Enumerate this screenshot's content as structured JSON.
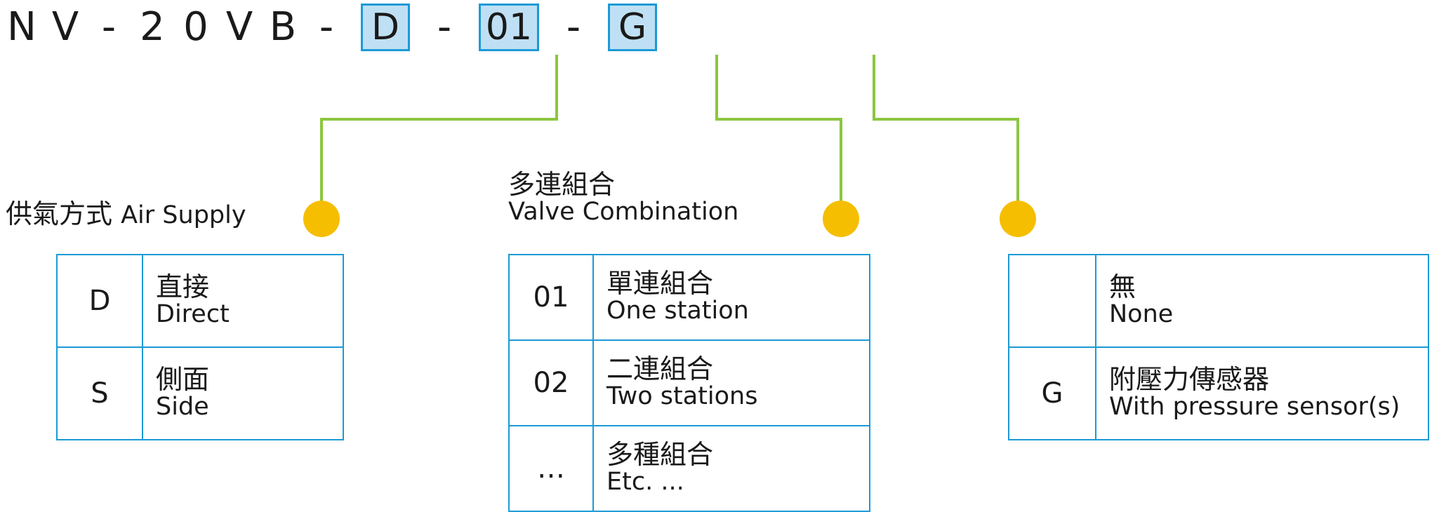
{
  "model_number": {
    "label": "NV-20VB-D-01-G",
    "segments": [
      {
        "text": "N",
        "highlighted": false
      },
      {
        "text": "V",
        "highlighted": false
      },
      {
        "text": "-",
        "highlighted": false
      },
      {
        "text": "2",
        "highlighted": false
      },
      {
        "text": "0",
        "highlighted": false
      },
      {
        "text": "V",
        "highlighted": false
      },
      {
        "text": "B",
        "highlighted": false
      },
      {
        "text": "-",
        "highlighted": false
      },
      {
        "text": "D",
        "highlighted": true
      },
      {
        "text": "-",
        "highlighted": false
      },
      {
        "text": "01",
        "highlighted": true
      },
      {
        "text": "-",
        "highlighted": false
      },
      {
        "text": "G",
        "highlighted": true
      }
    ]
  },
  "colors": {
    "highlight_border": "#1b9ad6",
    "highlight_fill": "#bfe0f4",
    "leader_line": "#8cc63f",
    "leader_dot": "#f5be00",
    "table_border": "#1b9ad6",
    "text": "#1a1a1a"
  },
  "callouts": [
    {
      "id": "air-supply",
      "caption_cn": "供氣方式",
      "caption_en": "Air Supply",
      "caption_layout": "inline",
      "rows": [
        {
          "code": "D",
          "desc_cn": "直接",
          "desc_en": "Direct"
        },
        {
          "code": "S",
          "desc_cn": "側面",
          "desc_en": "Side"
        }
      ]
    },
    {
      "id": "valve-combination",
      "caption_cn": "多連組合",
      "caption_en": "Valve Combination",
      "caption_layout": "stacked",
      "rows": [
        {
          "code": "01",
          "desc_cn": "單連組合",
          "desc_en": "One station"
        },
        {
          "code": "02",
          "desc_cn": "二連組合",
          "desc_en": "Two stations"
        },
        {
          "code": "…",
          "desc_cn": "多種組合",
          "desc_en": "Etc. ..."
        }
      ]
    },
    {
      "id": "pressure-sensor",
      "caption_cn": "",
      "caption_en": "",
      "caption_layout": "none",
      "rows": [
        {
          "code": "",
          "desc_cn": "無",
          "desc_en": "None"
        },
        {
          "code": "G",
          "desc_cn": "附壓力傳感器",
          "desc_en": "With pressure sensor(s)"
        }
      ]
    }
  ]
}
